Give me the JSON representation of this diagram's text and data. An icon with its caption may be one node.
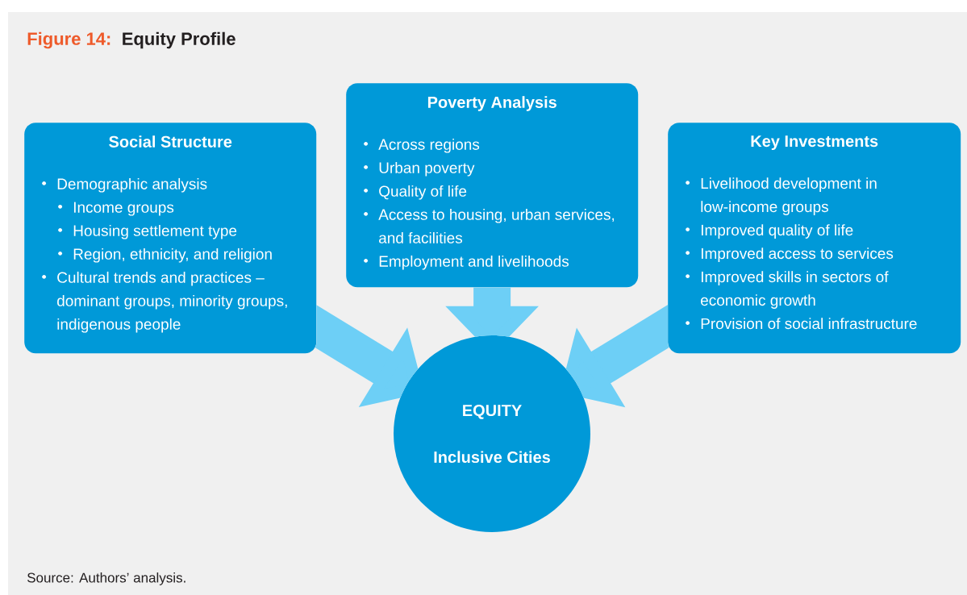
{
  "diagram": {
    "title": "Equity Profile",
    "caption": "Source: Authors’ analysis.",
    "labels": [
      "Figure 14:"
    ],
    "nodes": [
      {
        "text": [
          "Social Structure",
          "Demographic analysis",
          "Income groups",
          "Housing settlement type",
          "Region, ethnicity, and religion",
          "Cultural trends and practices – dominant groups, minority groups, indigenous people"
        ]
      },
      {
        "text": [
          "Poverty Analysis",
          "Across regions",
          "Urban poverty",
          "Quality of life",
          "Access to housing, urban services, and facilities",
          "Employment and livelihoods"
        ]
      },
      {
        "text": [
          "Key Investments",
          "Livelihood development in low-income groups",
          "Improved quality of life",
          "Improved access to services",
          "Improved skills in sectors of economic growth",
          "Provision of social infrastructure"
        ]
      },
      {
        "text": [
          "EQUITY",
          "Inclusive Cities"
        ]
      }
    ],
    "edges": [
      {
        "from": 0,
        "to": 3,
        "arrow": "to"
      },
      {
        "from": 1,
        "to": 3,
        "arrow": "to"
      },
      {
        "from": 2,
        "to": 3,
        "arrow": "to"
      }
    ]
  }
}
